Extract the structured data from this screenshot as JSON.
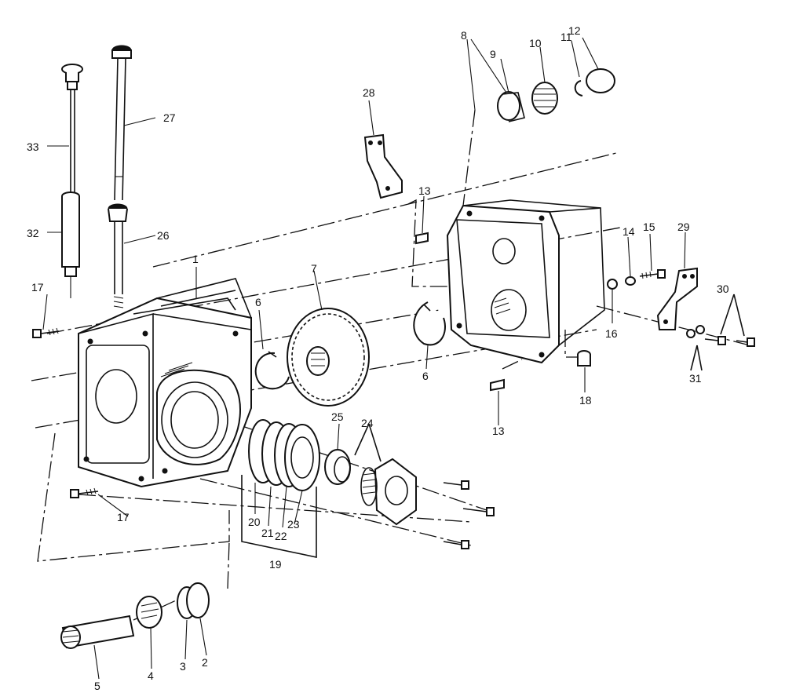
{
  "callouts": [
    {
      "id": "c1",
      "text": "1"
    },
    {
      "id": "c2",
      "text": "2"
    },
    {
      "id": "c3",
      "text": "3"
    },
    {
      "id": "c4",
      "text": "4"
    },
    {
      "id": "c5",
      "text": "5"
    },
    {
      "id": "c6a",
      "text": "6"
    },
    {
      "id": "c6b",
      "text": "6"
    },
    {
      "id": "c7",
      "text": "7"
    },
    {
      "id": "c8",
      "text": "8"
    },
    {
      "id": "c9",
      "text": "9"
    },
    {
      "id": "c10",
      "text": "10"
    },
    {
      "id": "c11",
      "text": "11"
    },
    {
      "id": "c12",
      "text": "12"
    },
    {
      "id": "c13a",
      "text": "13"
    },
    {
      "id": "c13b",
      "text": "13"
    },
    {
      "id": "c14",
      "text": "14"
    },
    {
      "id": "c15",
      "text": "15"
    },
    {
      "id": "c16",
      "text": "16"
    },
    {
      "id": "c17a",
      "text": "17"
    },
    {
      "id": "c17b",
      "text": "17"
    },
    {
      "id": "c18",
      "text": "18"
    },
    {
      "id": "c19",
      "text": "19"
    },
    {
      "id": "c20",
      "text": "20"
    },
    {
      "id": "c21",
      "text": "21"
    },
    {
      "id": "c22",
      "text": "22"
    },
    {
      "id": "c23",
      "text": "23"
    },
    {
      "id": "c24",
      "text": "24"
    },
    {
      "id": "c25",
      "text": "25"
    },
    {
      "id": "c26",
      "text": "26"
    },
    {
      "id": "c27",
      "text": "27"
    },
    {
      "id": "c28",
      "text": "28"
    },
    {
      "id": "c29",
      "text": "29"
    },
    {
      "id": "c30",
      "text": "30"
    },
    {
      "id": "c31",
      "text": "31"
    },
    {
      "id": "c32",
      "text": "32"
    },
    {
      "id": "c33",
      "text": "33"
    }
  ]
}
